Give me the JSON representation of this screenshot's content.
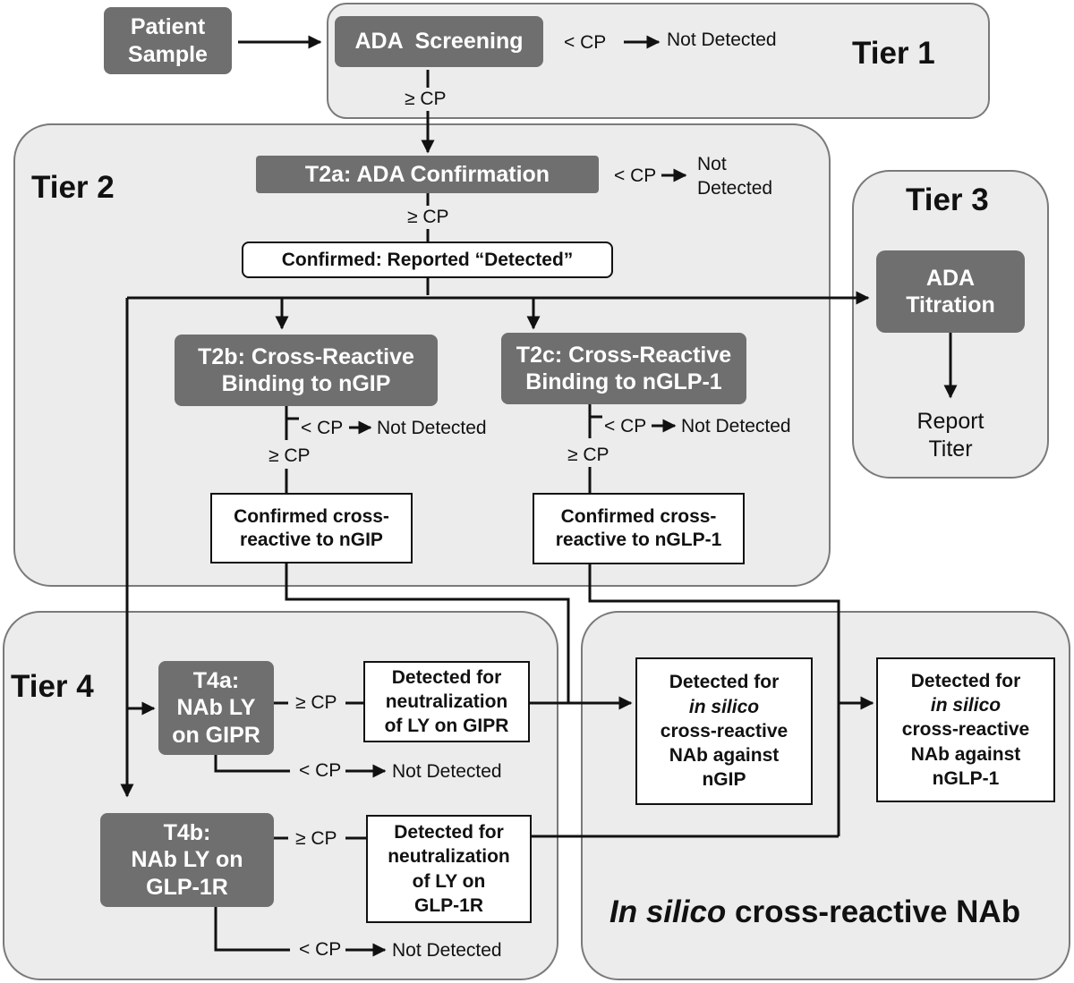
{
  "tiers": {
    "tier1": "Tier 1",
    "tier2": "Tier 2",
    "tier3": "Tier 3",
    "tier4": "Tier 4",
    "insilico_prefix": "In silico",
    "insilico_suffix": " cross-reactive NAb"
  },
  "nodes": {
    "patient_sample": "Patient\nSample",
    "ada_screening": "ADA  Screening",
    "t2a": "T2a: ADA Confirmation",
    "confirmed_detected": "Confirmed: Reported “Detected”",
    "t2b": "T2b: Cross-Reactive\nBinding to nGIP",
    "t2c": "T2c: Cross-Reactive\nBinding to nGLP-1",
    "confirmed_ngip": "Confirmed cross-\nreactive to nGIP",
    "confirmed_nglp1": "Confirmed cross-\nreactive to nGLP-1",
    "ada_titration": "ADA\nTitration",
    "report_titer": "Report\nTiter",
    "t4a": "T4a:\nNAb LY\non GIPR",
    "t4b": "T4b:\nNAb LY on\nGLP-1R",
    "detected_gipr": "Detected for\nneutralization\nof LY on GIPR",
    "detected_glp1r": "Detected for\nneutralization\nof LY on\nGLP-1R",
    "insilico_ngip": {
      "line1": "Detected for",
      "line2": "in silico",
      "line3": "cross-reactive\nNAb against\nnGIP"
    },
    "insilico_nglp1": {
      "line1": "Detected for",
      "line2": "in silico",
      "line3": "cross-reactive\nNAb against\nnGLP-1"
    }
  },
  "labels": {
    "lt_cp": "< CP",
    "ge_cp": "≥ CP",
    "not_detected": "Not Detected",
    "not_detected_split": "Not\nDetected"
  }
}
